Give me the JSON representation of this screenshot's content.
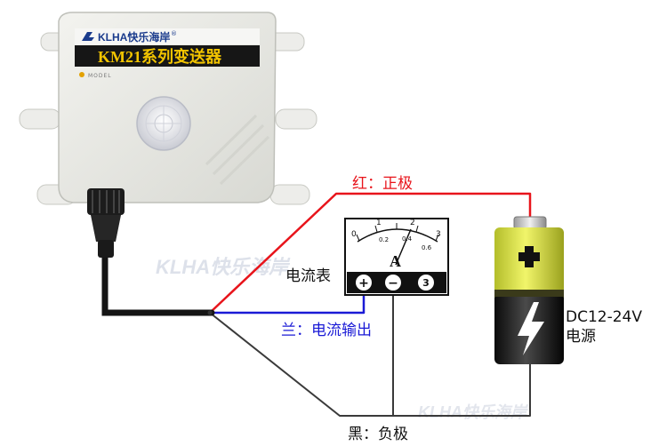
{
  "device": {
    "brand": "KLHA快乐海岸",
    "registered": "®",
    "model_title": "KM21系列变送器",
    "model_tag": "MODEL"
  },
  "watermark": {
    "left": "KLHA快乐海岸",
    "bottom": "KLHA快乐海岸"
  },
  "ammeter": {
    "label": "电流表",
    "unit": "A",
    "scale_major": [
      "0",
      "1",
      "2",
      "3"
    ],
    "scale_minor": [
      "0.2",
      "0.4",
      "0.6"
    ],
    "terminals": [
      "+",
      "−",
      "3"
    ]
  },
  "battery": {
    "label_line1": "DC12-24V",
    "label_line2": "电源"
  },
  "wires": {
    "positive": "红：正极",
    "signal": "兰：电流输出",
    "negative": "黑：负极"
  },
  "colors": {
    "positive_wire": "#e8141b",
    "signal_wire": "#1a1ad6",
    "negative_wire": "#333333",
    "housing": "#e9eae4"
  }
}
